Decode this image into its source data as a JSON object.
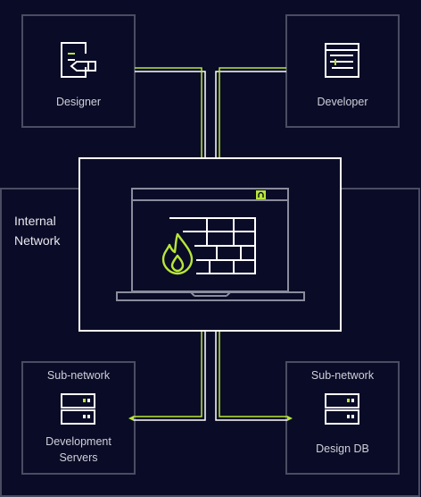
{
  "nodes": {
    "designer": {
      "label": "Designer"
    },
    "developer": {
      "label": "Developer"
    },
    "internal_network": {
      "label": "Internal\nNetwork"
    },
    "subnet_left": {
      "title": "Sub-network",
      "label": "Development\nServers"
    },
    "subnet_right": {
      "title": "Sub-network",
      "label": "Design DB"
    }
  },
  "colors": {
    "background": "#0a0b26",
    "box_border": "#4a4c63",
    "firewall_border": "#ffffff",
    "accent": "#b7e63a",
    "icon": "#ffffff"
  }
}
